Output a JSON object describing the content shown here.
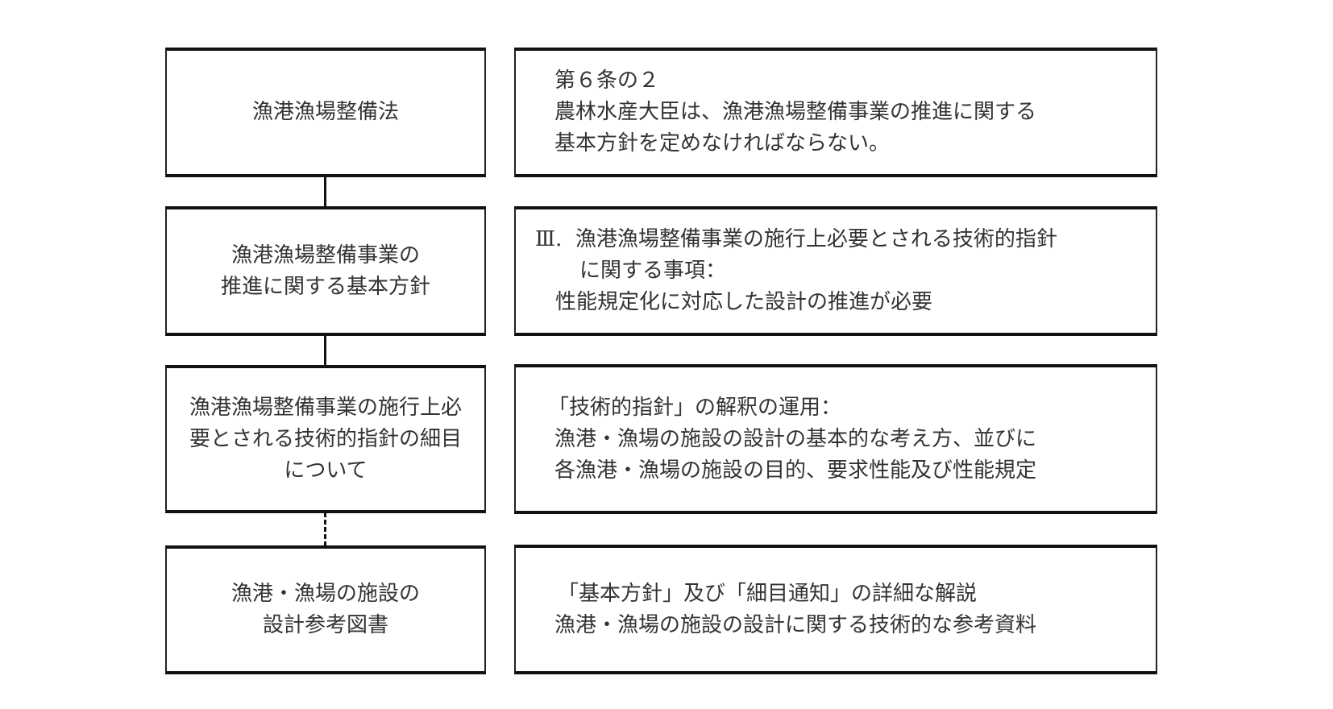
{
  "rows": [
    {
      "left": [
        "漁港漁場整備法"
      ],
      "right": [
        "第６条の２",
        "農林水産大臣は、漁港漁場整備事業の推進に関する",
        "基本方針を定めなければならない。"
      ]
    },
    {
      "left": [
        "漁港漁場整備事業の",
        "推進に関する基本方針"
      ],
      "right": [
        "Ⅲ.  漁港漁場整備事業の施行上必要とされる技術的指針",
        "に関する事項：",
        "性能規定化に対応した設計の推進が必要"
      ]
    },
    {
      "left": [
        "漁港漁場整備事業の施行上必",
        "要とされる技術的指針の細目",
        "について"
      ],
      "right": [
        "「技術的指針」の解釈の運用：",
        "漁港・漁場の施設の設計の基本的な考え方、並びに",
        "各漁港・漁場の施設の目的、要求性能及び性能規定"
      ]
    },
    {
      "left": [
        "漁港・漁場の施設の",
        "設計参考図書"
      ],
      "right": [
        "「基本方針」及び「細目通知」の詳細な解説",
        "漁港・漁場の施設の設計に関する技術的な参考資料"
      ]
    }
  ]
}
